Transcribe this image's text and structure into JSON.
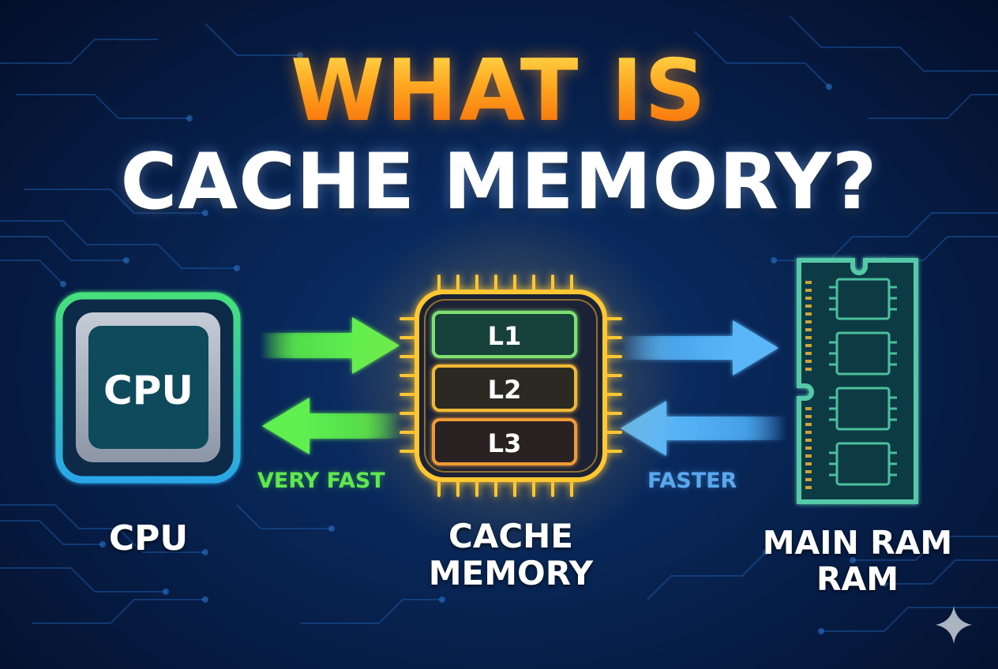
{
  "title": {
    "line1": "WHAT IS",
    "line2": "CACHE MEMORY?"
  },
  "cpu": {
    "chip_text": "CPU",
    "caption": "CPU"
  },
  "cache": {
    "levels": [
      "L1",
      "L2",
      "L3"
    ],
    "caption_line1": "CACHE",
    "caption_line2": "MEMORY"
  },
  "ram": {
    "caption_line1": "MAIN RAM",
    "caption_line2": "RAM"
  },
  "speeds": {
    "cpu_cache": "VERY FAST",
    "cache_ram": "FASTER"
  },
  "colors": {
    "title_gradient": [
      "#ffd84a",
      "#f56a08"
    ],
    "cpu_accent": "#45e07a",
    "cpu_accent_bottom": "#2aa6e8",
    "cache_accent": "#ffc733",
    "level_border": "#7fe070",
    "ram_accent": "#56c9a8",
    "arrow_green": "#56e34a",
    "arrow_blue": "#4aa6ee",
    "speed_green": "#5fe84f",
    "speed_blue": "#5aa8ee"
  },
  "icons": {
    "corner": "sparkle-icon"
  }
}
